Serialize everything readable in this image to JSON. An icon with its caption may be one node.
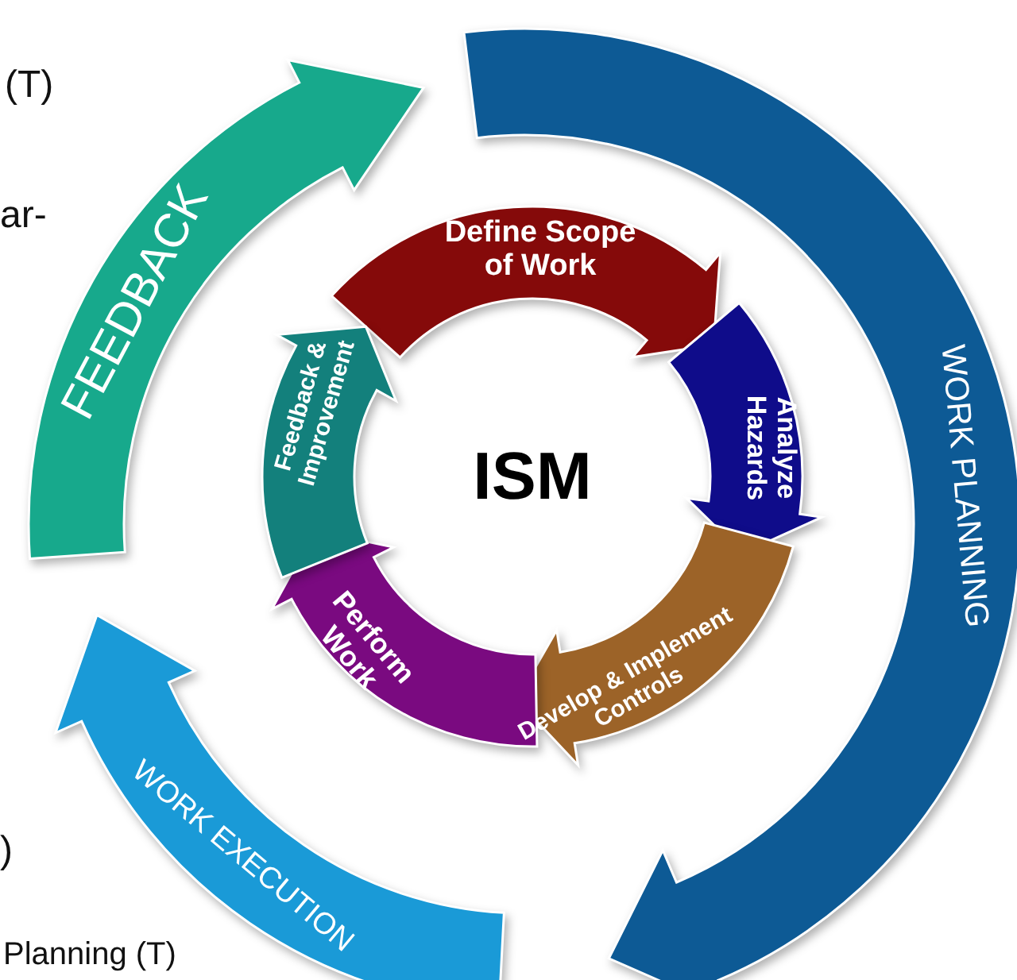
{
  "diagram": {
    "nodes": [
      {
        "text": [
          "FEEDBACK"
        ]
      },
      {
        "text": [
          "WORK PLANNING"
        ]
      },
      {
        "text": [
          "WORK EXECUTION"
        ]
      },
      {
        "text": [
          "Define Scope of Work"
        ]
      },
      {
        "text": [
          "Analyze Hazards"
        ]
      },
      {
        "text": [
          "Develop & Implement Controls"
        ]
      },
      {
        "text": [
          "Perform Work"
        ]
      },
      {
        "text": [
          "Feedback & Improvement"
        ]
      },
      {
        "text": [
          "ISM"
        ]
      }
    ],
    "labels": [
      "(T)",
      "ar-",
      ")",
      "Planning (T)"
    ]
  }
}
